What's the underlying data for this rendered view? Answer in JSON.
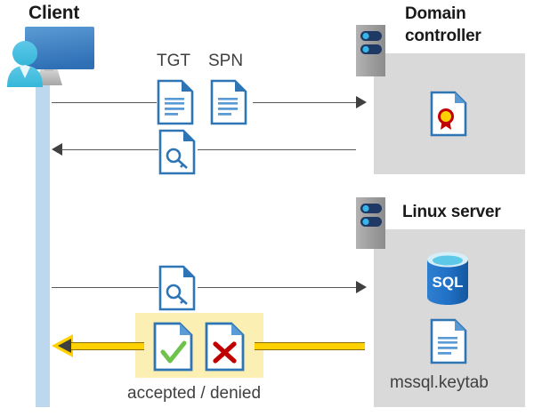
{
  "diagram": {
    "title_client": "Client",
    "title_domain_controller": "Domain\ncontroller",
    "title_domain_controller_line1": "Domain",
    "title_domain_controller_line2": "controller",
    "title_linux_server": "Linux server",
    "labels": {
      "tgt": "TGT",
      "spn": "SPN",
      "caption_result": "accepted / denied",
      "keytab_file": "mssql.keytab",
      "sql_icon_text": "SQL"
    },
    "icons": {
      "client": "client-workstation-icon",
      "server_dc": "server-rack-icon",
      "server_linux": "server-rack-icon",
      "tgt_doc": "document-icon",
      "spn_doc": "document-icon",
      "ticket_doc": "document-key-icon",
      "request_doc": "document-key-icon",
      "certificate_doc": "document-certificate-icon",
      "accepted_doc": "document-check-icon",
      "denied_doc": "document-cross-icon",
      "sql_db": "sql-database-icon",
      "keytab_doc": "document-icon"
    },
    "colors": {
      "panel_gray": "#d9d9d9",
      "lifeline_blue": "#bdd7ee",
      "highlight_yellow": "#fcefb4",
      "arrow_gray": "#595959",
      "arrow_yellow": "#ffd100",
      "doc_blue": "#2e75b6",
      "check_green": "#6cc24a",
      "cross_red": "#c00000",
      "cert_gold": "#ffd100",
      "sql_blue": "#1f6fc4",
      "server_gray": "#a6a6a6",
      "server_navy": "#1f3864"
    },
    "flows": [
      {
        "name": "flow-tgt-spn-request",
        "direction": "client-to-domain-controller",
        "documents": [
          "TGT",
          "SPN"
        ]
      },
      {
        "name": "flow-ticket-response",
        "direction": "domain-controller-to-client",
        "documents": [
          "ticket"
        ]
      },
      {
        "name": "flow-service-request",
        "direction": "client-to-linux-server",
        "documents": [
          "ticket"
        ]
      },
      {
        "name": "flow-auth-result",
        "direction": "linux-server-to-client",
        "documents": [
          "accepted",
          "denied"
        ]
      }
    ]
  }
}
